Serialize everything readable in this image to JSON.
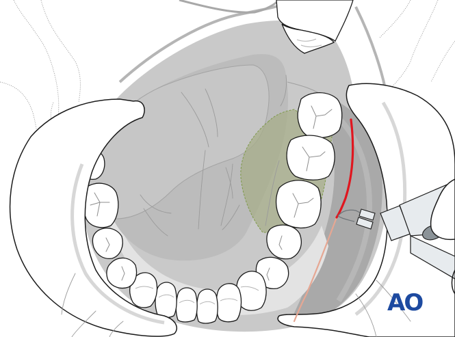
{
  "illustration": {
    "subject": "Intraoral view of open mouth with retractors, lower dental arch, and marked incision line",
    "colors": {
      "background": "#ffffff",
      "skin_outline": "#9c9c9c",
      "oral_cavity": "#c9c9c9",
      "tongue": "#b9b9b9",
      "floor_of_mouth": "#e3e3e3",
      "buccal_mucosa": "#a9a9a9",
      "retractor_fill": "#ffffff",
      "tooth_fill": "#ffffff",
      "shaded_region": "#a7ae8a",
      "shaded_region_border": "#7e9a4a",
      "incision_line": "#e0161f",
      "incision_trail": "#e6a793",
      "instrument_fill": "#e7ebee",
      "instrument_ring": "#8b9398",
      "logo_color": "#1d4aa0"
    },
    "elements": [
      "upper-lip-and-face-dotted-outline",
      "upper-incisor-tooth",
      "tongue",
      "left-cheek-retractor",
      "right-cheek-retractor",
      "lower-dental-arch",
      "shaded-retromolar-region",
      "incision-line",
      "electrocautery-instrument",
      "gloved-hand"
    ]
  },
  "logo": {
    "text": "AO"
  }
}
